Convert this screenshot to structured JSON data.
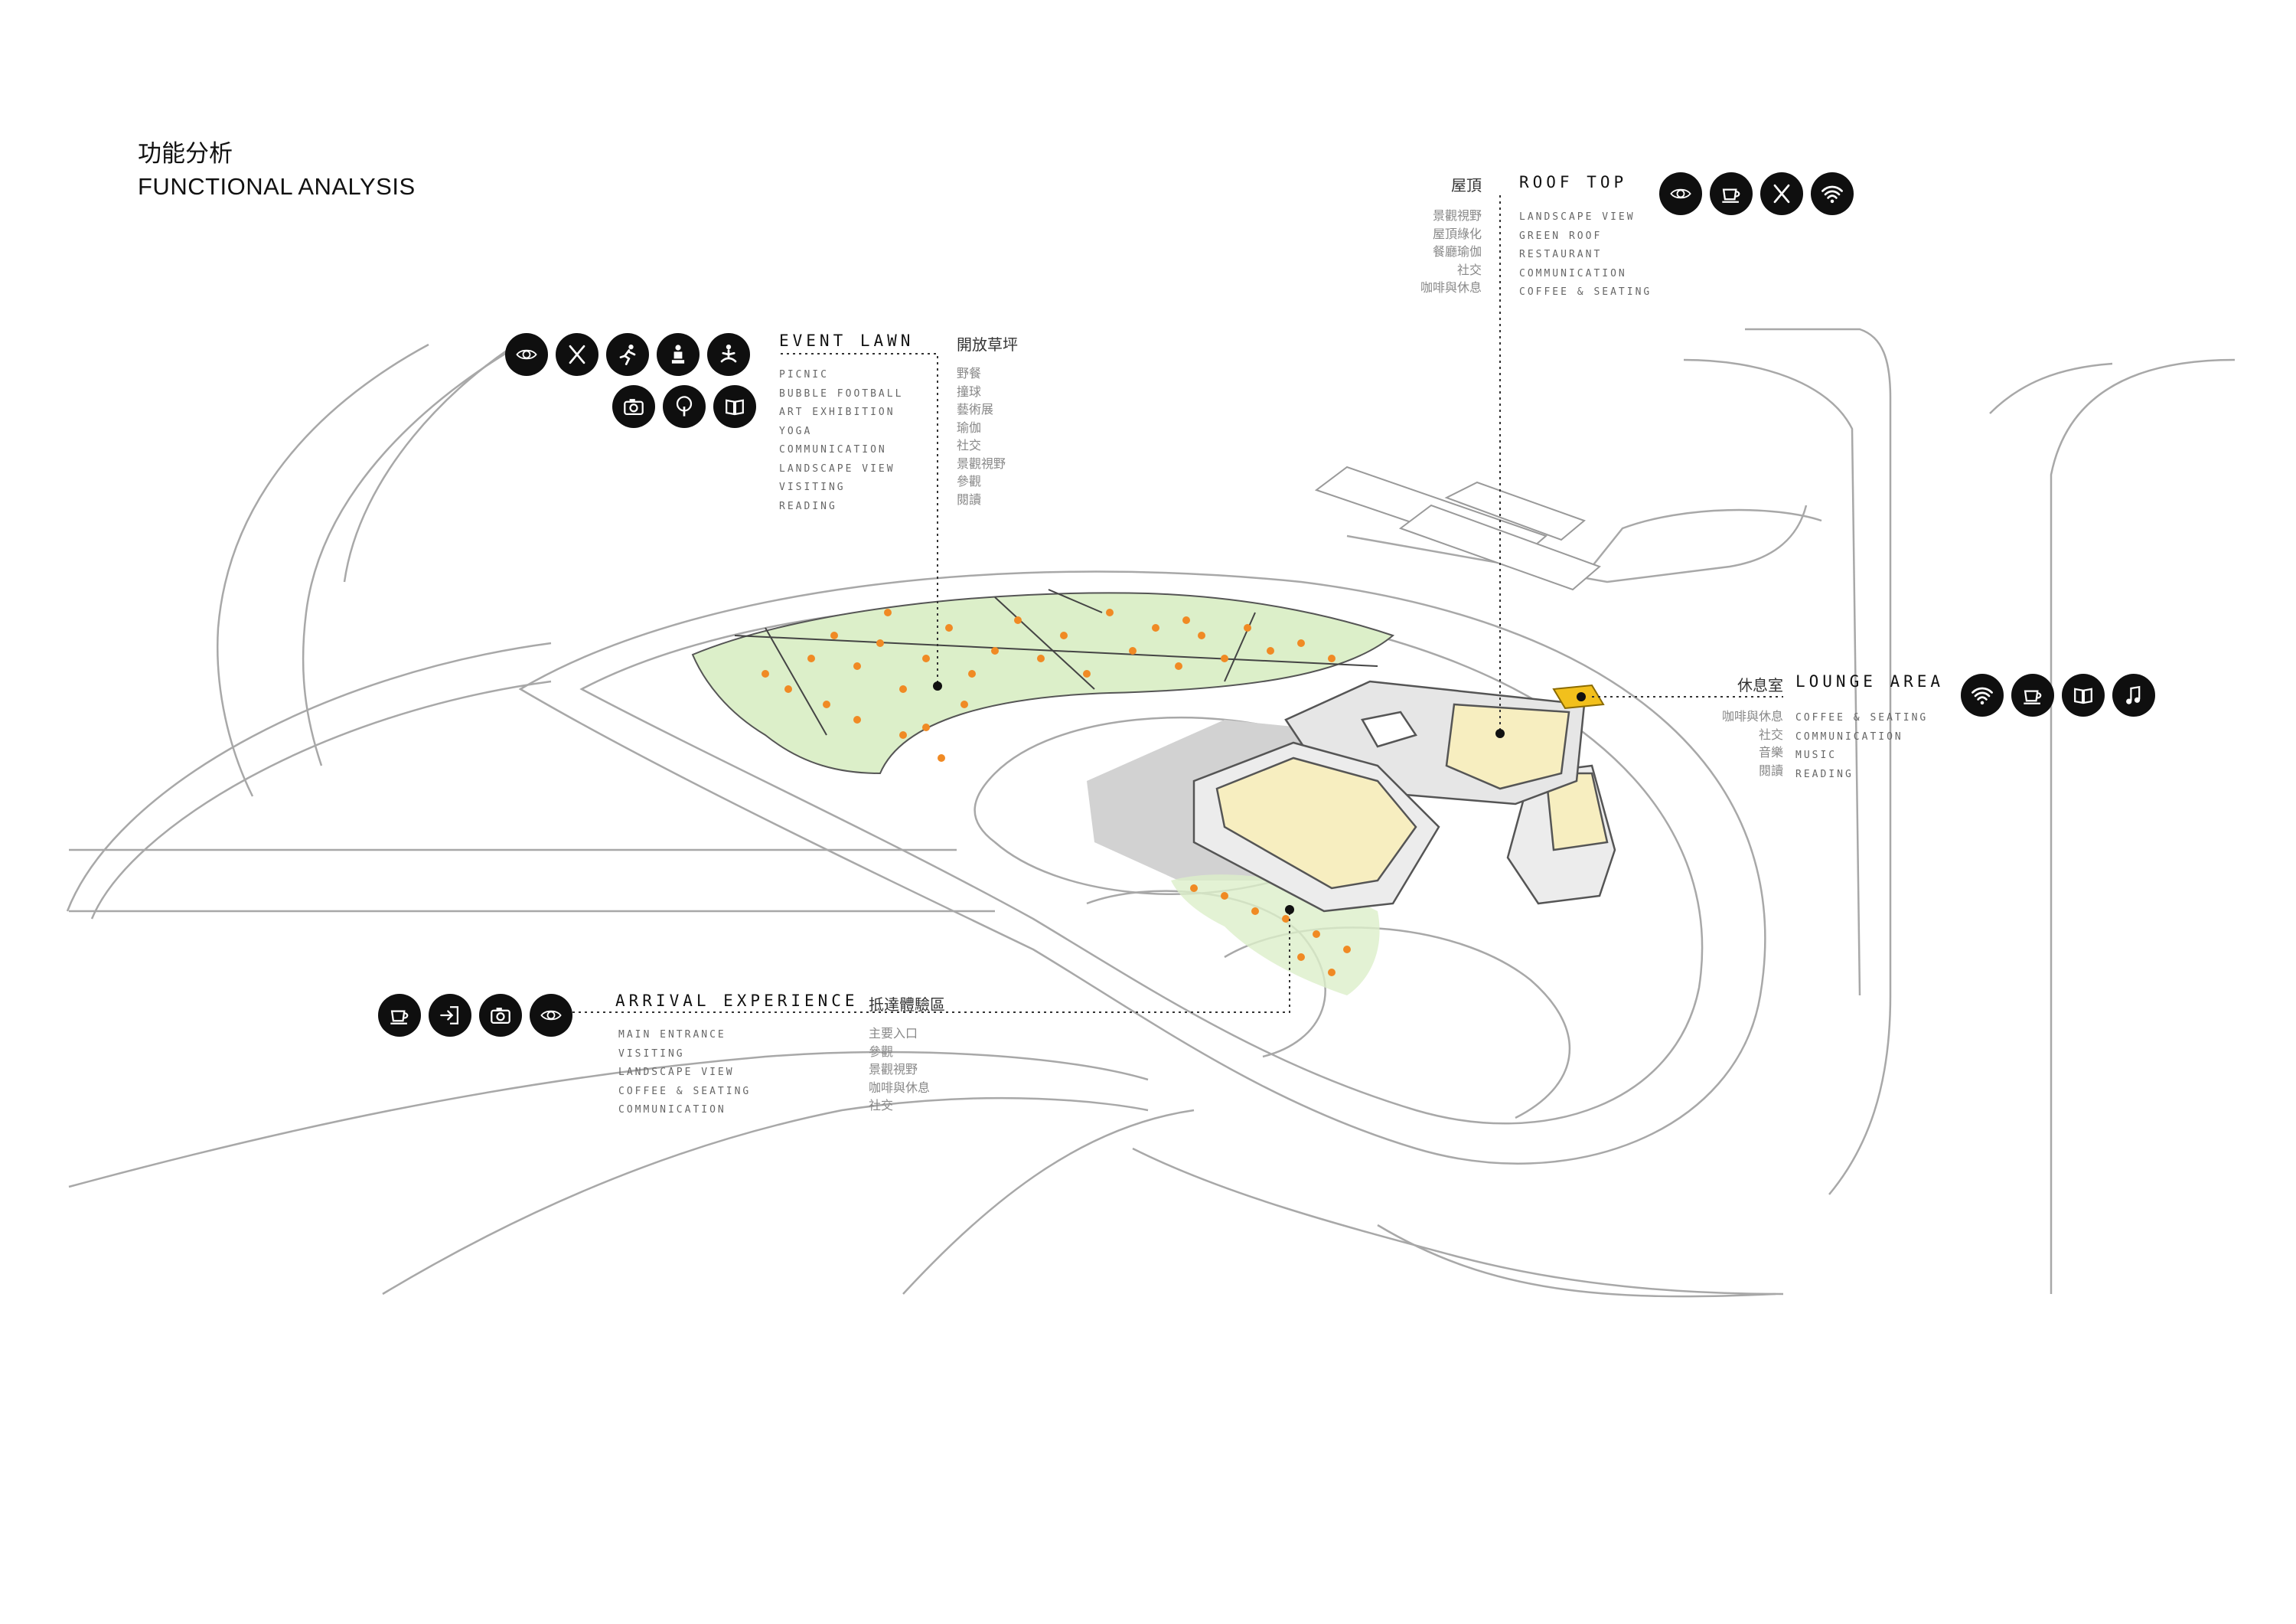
{
  "page": {
    "title_zh": "功能分析",
    "title_en": "FUNCTIONAL ANALYSIS"
  },
  "zones": {
    "event_lawn": {
      "title_en": "EVENT LAWN",
      "title_zh": "開放草坪",
      "items_en": [
        "PICNIC",
        "BUBBLE FOOTBALL",
        "ART EXHIBITION",
        "YOGA",
        "COMMUNICATION",
        "LANDSCAPE VIEW",
        "VISITING",
        "READING"
      ],
      "items_zh": [
        "野餐",
        "撞球",
        "藝術展",
        "瑜伽",
        "社交",
        "景觀視野",
        "參觀",
        "閱讀"
      ],
      "icons": [
        "eye-icon",
        "fork-knife-icon",
        "running-icon",
        "statue-icon",
        "yoga-icon",
        "camera-icon",
        "tree-icon",
        "book-icon"
      ]
    },
    "roof_top": {
      "title_en": "ROOF TOP",
      "title_zh": "屋頂",
      "items_en": [
        "LANDSCAPE VIEW",
        "GREEN ROOF",
        "RESTAURANT",
        "COMMUNICATION",
        "COFFEE & SEATING"
      ],
      "items_zh": [
        "景觀視野",
        "屋頂綠化",
        "餐廳瑜伽",
        "社交",
        "咖啡與休息"
      ],
      "icons": [
        "eye-icon",
        "coffee-icon",
        "fork-knife-icon",
        "wifi-icon"
      ]
    },
    "lounge_area": {
      "title_en": "LOUNGE AREA",
      "title_zh": "休息室",
      "items_en": [
        "COFFEE & SEATING",
        "COMMUNICATION",
        "MUSIC",
        "READING"
      ],
      "items_zh": [
        "咖啡與休息",
        "社交",
        "音樂",
        "閱讀"
      ],
      "icons": [
        "wifi-icon",
        "coffee-icon",
        "book-icon",
        "music-icon"
      ]
    },
    "arrival_experience": {
      "title_en": "ARRIVAL EXPERIENCE",
      "title_zh": "抵達體驗區",
      "items_en": [
        "MAIN ENTRANCE",
        "VISITING",
        "LANDSCAPE VIEW",
        "COFFEE & SEATING",
        "COMMUNICATION"
      ],
      "items_zh": [
        "主要入口",
        "參觀",
        "景觀視野",
        "咖啡與休息",
        "社交"
      ],
      "icons": [
        "coffee-icon",
        "entrance-icon",
        "camera-icon",
        "eye-icon"
      ]
    }
  },
  "colors": {
    "lawn_green": "#dcefc9",
    "roof_yellow": "#f7eec0",
    "tree_orange": "#f08a24",
    "line_gray": "#9a9a9a",
    "shadow_gray": "#d2d2d2",
    "icon_black": "#0f0f0f"
  }
}
